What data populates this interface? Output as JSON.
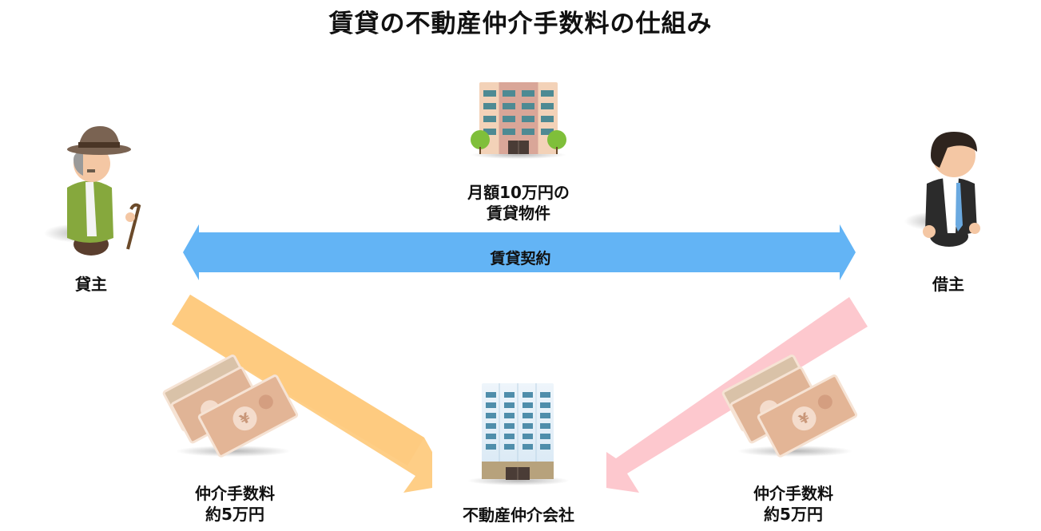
{
  "title": "賃貸の不動産仲介手数料の仕組み",
  "property": {
    "line1": "月額10万円の",
    "line2": "賃貸物件"
  },
  "landlord": {
    "label": "貸主"
  },
  "tenant": {
    "label": "借主"
  },
  "contract": {
    "label": "賃貸契約"
  },
  "agency": {
    "label": "不動産仲介会社"
  },
  "fee_left": {
    "line1": "仲介手数料",
    "line2": "約5万円"
  },
  "fee_right": {
    "line1": "仲介手数料",
    "line2": "約5万円"
  },
  "colors": {
    "contract_arrow": "#63b4f5",
    "landlord_arrow": "#fecb80",
    "tenant_arrow": "#fdc8ce",
    "note": "#e7c2a6"
  },
  "currency_symbol": "¥"
}
